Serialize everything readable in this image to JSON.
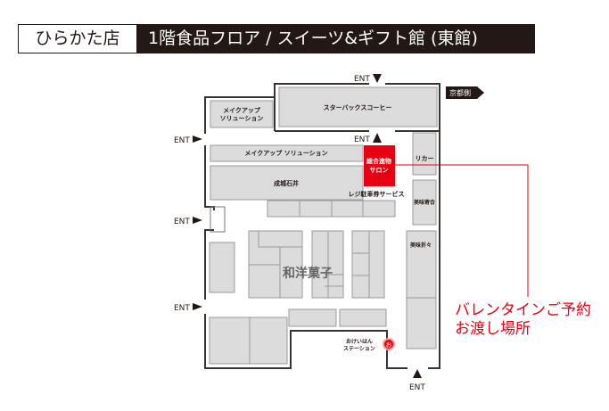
{
  "header": {
    "store": "ひらかた店",
    "floor": "1階食品フロア / スイーツ&ギフト館 (東館)"
  },
  "map": {
    "direction_sign": "京都側",
    "entrance_label": "ENT",
    "shops": {
      "makeup_1_line1": "メイクアップ",
      "makeup_1_line2": "ソリューション",
      "starbucks": "スターバックスコーヒー",
      "makeup_2": "メイクアップ ソリューション",
      "seijo": "成城石井",
      "gift_salon_line1": "総合進物",
      "gift_salon_line2": "サロン",
      "register": "レジ駐車券サービス",
      "liquor": "リカー",
      "bimi_1": "美味寄合",
      "bimi_2": "美味折々",
      "wagashi": "和洋菓子",
      "okeihan_line1": "おけいはん",
      "okeihan_line2": "ステーション",
      "okeihan_badge": "お"
    }
  },
  "callout": {
    "line1": "バレンタインご予約",
    "line2": "お渡し場所"
  },
  "colors": {
    "accent": "#e60012",
    "header_bg": "#231815",
    "shop_fill": "#dcdcdc"
  }
}
